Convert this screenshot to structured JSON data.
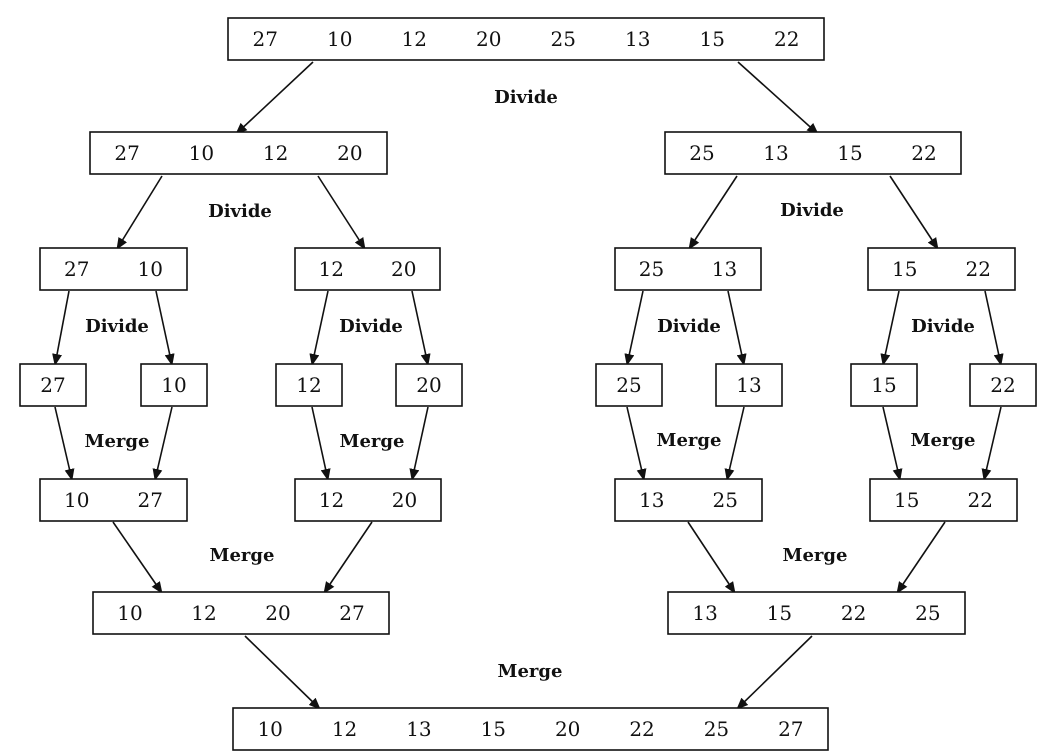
{
  "colors": {
    "ink": "#111111",
    "background": "#ffffff"
  },
  "arrow_marker_icon": "arrowhead-icon",
  "arrays": {
    "root": [
      "27",
      "10",
      "12",
      "20",
      "25",
      "13",
      "15",
      "22"
    ],
    "left_half": [
      "27",
      "10",
      "12",
      "20"
    ],
    "right_half": [
      "25",
      "13",
      "15",
      "22"
    ],
    "quarter_1": [
      "27",
      "10"
    ],
    "quarter_2": [
      "12",
      "20"
    ],
    "quarter_3": [
      "25",
      "13"
    ],
    "quarter_4": [
      "15",
      "22"
    ],
    "single_1": [
      "27"
    ],
    "single_2": [
      "10"
    ],
    "single_3": [
      "12"
    ],
    "single_4": [
      "20"
    ],
    "single_5": [
      "25"
    ],
    "single_6": [
      "13"
    ],
    "single_7": [
      "15"
    ],
    "single_8": [
      "22"
    ],
    "merged_pair_1": [
      "10",
      "27"
    ],
    "merged_pair_2": [
      "12",
      "20"
    ],
    "merged_pair_3": [
      "13",
      "25"
    ],
    "merged_pair_4": [
      "15",
      "22"
    ],
    "merged_left": [
      "10",
      "12",
      "20",
      "27"
    ],
    "merged_right": [
      "13",
      "15",
      "22",
      "25"
    ],
    "sorted": [
      "10",
      "12",
      "13",
      "15",
      "20",
      "22",
      "25",
      "27"
    ]
  },
  "labels": {
    "divide_top": "Divide",
    "divide_left": "Divide",
    "divide_right": "Divide",
    "divide_q1": "Divide",
    "divide_q2": "Divide",
    "divide_q3": "Divide",
    "divide_q4": "Divide",
    "merge_q1": "Merge",
    "merge_q2": "Merge",
    "merge_q3": "Merge",
    "merge_q4": "Merge",
    "merge_left": "Merge",
    "merge_right": "Merge",
    "merge_final": "Merge"
  }
}
